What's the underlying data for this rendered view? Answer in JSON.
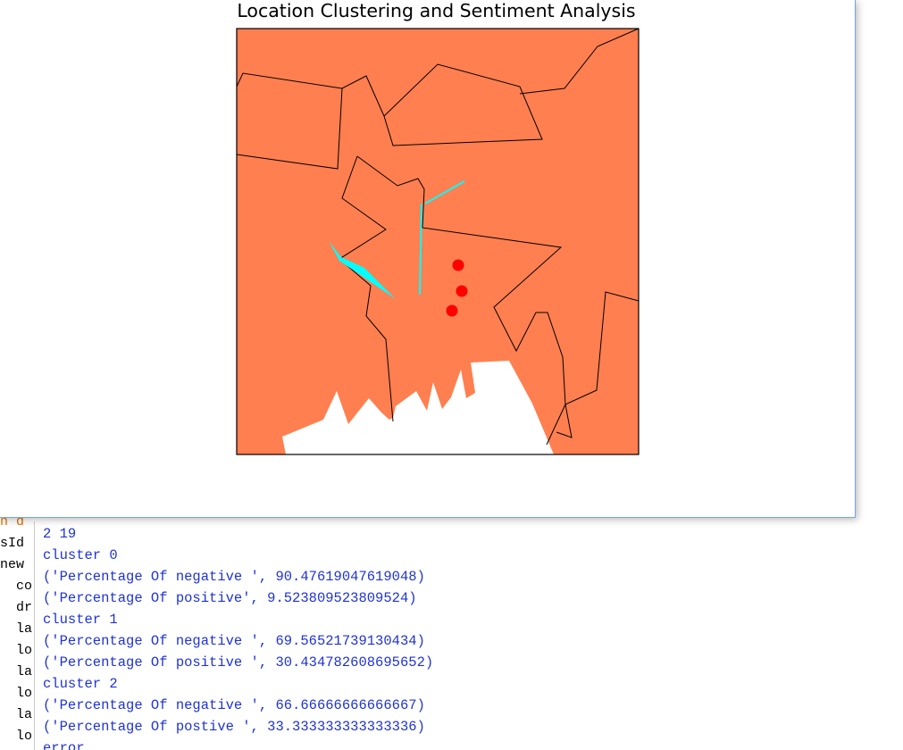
{
  "figure": {
    "title": "Location Clustering and Sentiment Analysis",
    "colors": {
      "land": "#ff7f50",
      "water": "#ffffff",
      "border": "#000000",
      "river": "#00ffff",
      "cluster_point": "#ff0000"
    }
  },
  "chart_data": {
    "type": "scatter",
    "title": "Location Clustering and Sentiment Analysis",
    "xlabel": "",
    "ylabel": "",
    "series": [
      {
        "values": [
          1,
          1,
          1
        ]
      }
    ],
    "grid": false,
    "legend": "none"
  },
  "editor": {
    "lines": [
      "n d",
      "sId",
      "new",
      "  co",
      "  dr",
      "  la",
      "  lo",
      "  la",
      "  lo",
      "  la",
      "  lo"
    ]
  },
  "console": {
    "lines": [
      "2 19",
      "cluster 0",
      "('Percentage Of negative ', 90.47619047619048)",
      "('Percentage Of positive', 9.523809523809524)",
      "cluster 1",
      "('Percentage Of negative ', 69.56521739130434)",
      "('Percentage Of positive ', 30.434782608695652)",
      "cluster 2",
      "('Percentage Of negative ', 66.66666666666667)",
      "('Percentage Of postive ', 33.333333333333336)",
      "error"
    ]
  }
}
